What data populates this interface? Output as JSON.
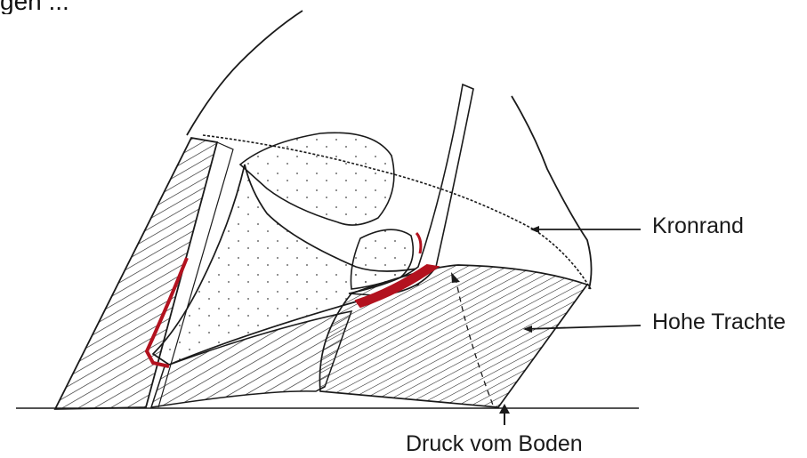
{
  "header": {
    "cut_text": "gen ..."
  },
  "labels": {
    "kronrand": "Kronrand",
    "hohe_trachte": "Hohe Trachte",
    "druck": "Druck vom Boden"
  },
  "colors": {
    "ink": "#1a1a1a",
    "red_accent": "#b3121f",
    "background": "#ffffff"
  },
  "icons": {
    "pressure_arrow": "arrow-up-icon"
  }
}
